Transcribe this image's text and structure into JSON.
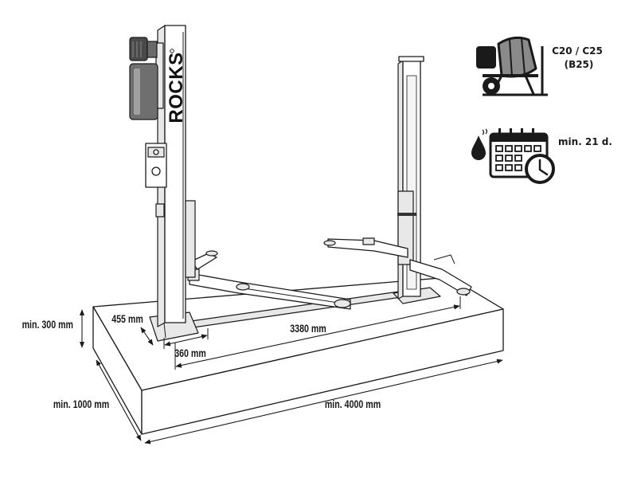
{
  "brand": {
    "logo": "ROCKS"
  },
  "dimensions": {
    "foundation_height": "min. 300 mm",
    "foundation_width": "min. 1000 mm",
    "foundation_length": "min. 4000 mm",
    "base_depth": "455 mm",
    "base_width": "360 mm",
    "post_spacing": "3380 mm"
  },
  "requirements": {
    "concrete_class": "C20 / C25",
    "concrete_class_alt": "(B25)",
    "curing_time": "min. 21 d."
  },
  "icons": {
    "concrete": "concrete-mixer-icon",
    "water": "water-drop-icon",
    "calendar": "calendar-icon",
    "clock": "clock-icon"
  },
  "colors": {
    "ink": "#1a1a1a",
    "motor": "#4a4a4a",
    "drum": "#8a8a8a"
  }
}
